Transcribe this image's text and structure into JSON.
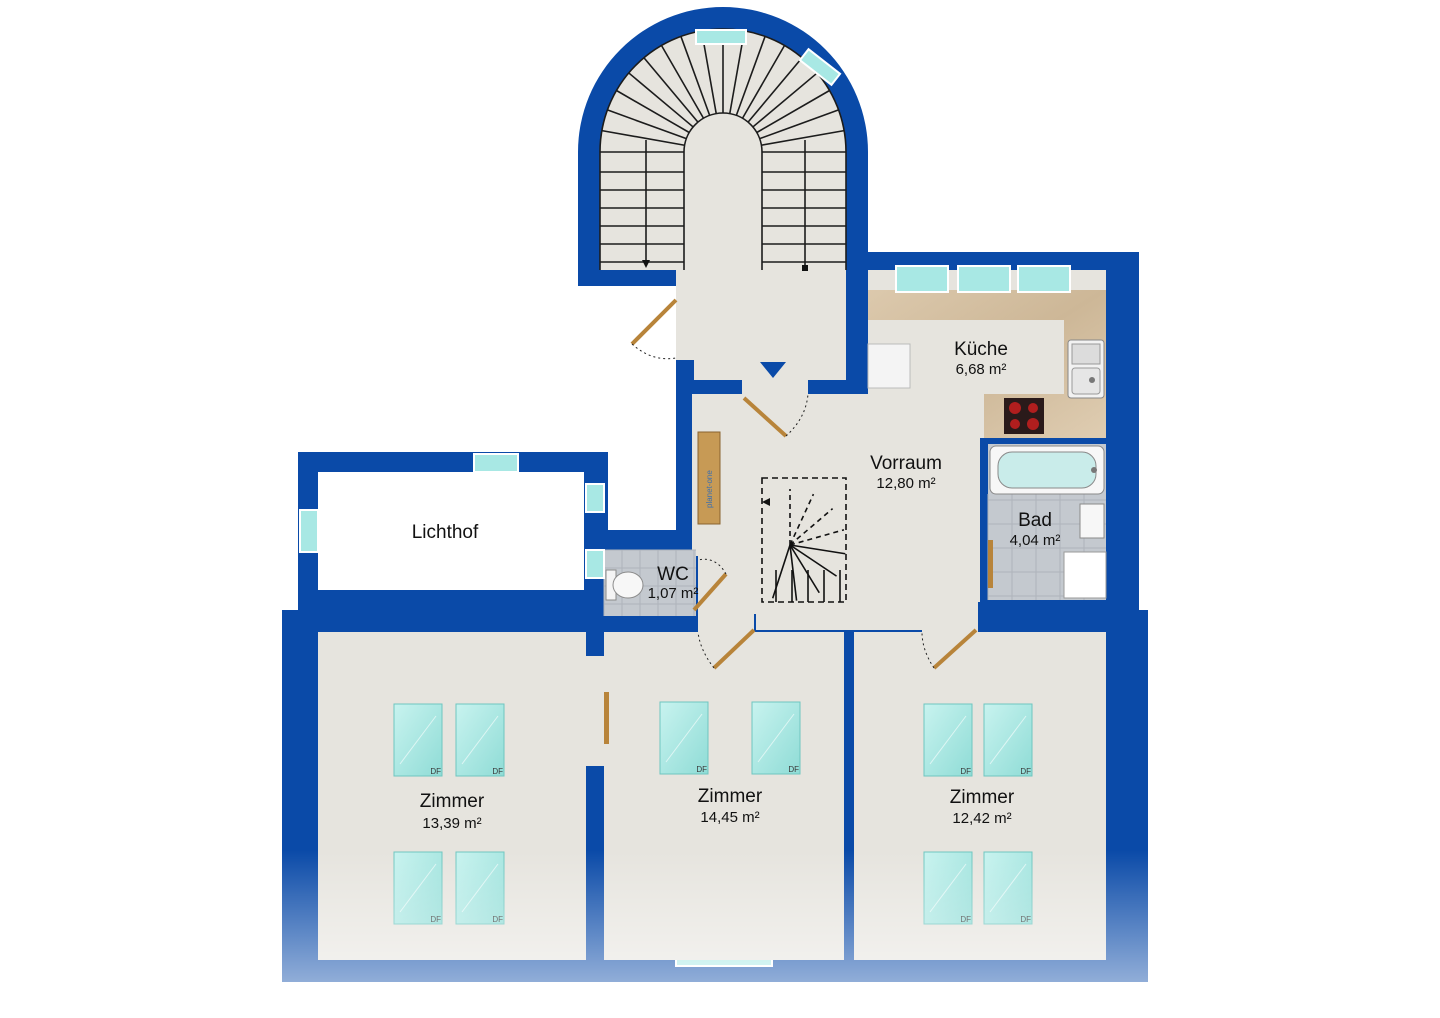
{
  "colors": {
    "wall": "#0a4aa8",
    "floor": "#e6e4de",
    "tile": "#c4c9cf",
    "counter": "#d6c3a6",
    "window": "#a8e8e4",
    "door": "#b8843a"
  },
  "rooms": {
    "kitchen": {
      "name": "Küche",
      "area": "6,68 m²"
    },
    "hall": {
      "name": "Vorraum",
      "area": "12,80 m²"
    },
    "bath": {
      "name": "Bad",
      "area": "4,04 m²"
    },
    "lightwell": {
      "name": "Lichthof"
    },
    "wc": {
      "name": "WC",
      "area": "1,07 m²"
    },
    "room_left": {
      "name": "Zimmer",
      "area": "13,39 m²"
    },
    "room_center": {
      "name": "Zimmer",
      "area": "14,45 m²"
    },
    "room_right": {
      "name": "Zimmer",
      "area": "12,42 m²"
    }
  },
  "skylight_label": "DF",
  "brand": "planet-one",
  "icons": [
    "spiral-staircase-icon",
    "winder-staircase-icon",
    "door-swing-icon",
    "bathtub-icon",
    "sink-icon",
    "toilet-icon",
    "cooktop-icon",
    "entry-arrow-icon"
  ]
}
